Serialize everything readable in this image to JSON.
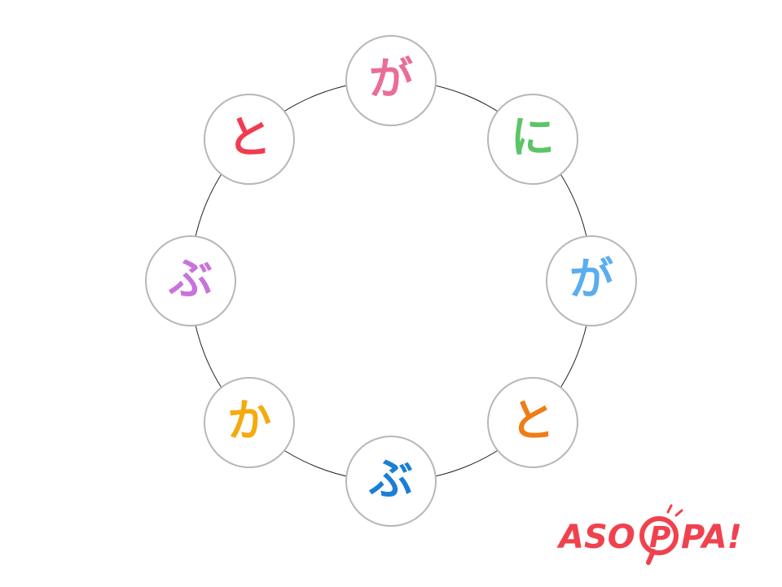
{
  "ring": {
    "line_color": "#222222",
    "border_color": "#b7b7b7",
    "nodes": [
      {
        "char": "が",
        "color": "#ea6d96"
      },
      {
        "char": "に",
        "color": "#5cc466"
      },
      {
        "char": "が",
        "color": "#5aaef0"
      },
      {
        "char": "と",
        "color": "#ee7d16"
      },
      {
        "char": "ぶ",
        "color": "#1a7fd6"
      },
      {
        "char": "か",
        "color": "#f5aa0f"
      },
      {
        "char": "ぶ",
        "color": "#c873dc"
      },
      {
        "char": "と",
        "color": "#f03c4e"
      }
    ]
  },
  "logo": {
    "text_left": "ASO",
    "text_p": "P",
    "text_right": "PA!",
    "color": "#f0424e"
  }
}
